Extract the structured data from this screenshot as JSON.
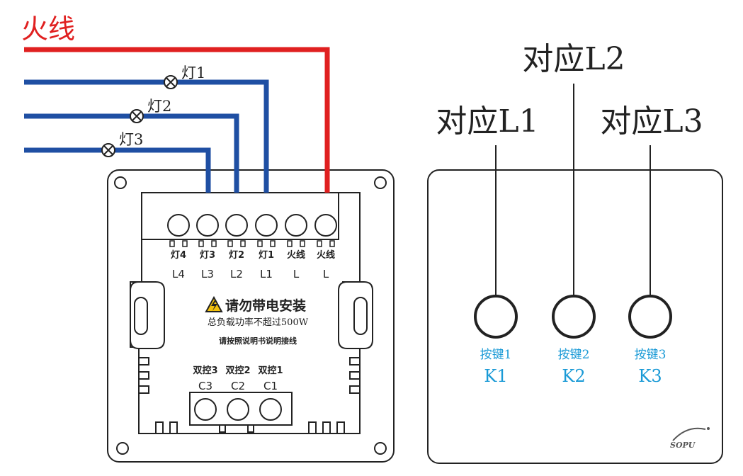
{
  "colors": {
    "live_wire": "#e02020",
    "lamp_wire": "#1f4fa3",
    "key_label": "#1a9ad6",
    "outline": "#222222",
    "live_title": "#e02020"
  },
  "wiring": {
    "live_title": "火线",
    "lamps": [
      "灯1",
      "灯2",
      "灯3"
    ]
  },
  "back_panel": {
    "terminals": [
      {
        "cn": "灯4",
        "en": "L4"
      },
      {
        "cn": "灯3",
        "en": "L3"
      },
      {
        "cn": "灯2",
        "en": "L2"
      },
      {
        "cn": "灯1",
        "en": "L1"
      },
      {
        "cn": "火线",
        "en": "L"
      },
      {
        "cn": "火线",
        "en": "L"
      }
    ],
    "warning_title": "请勿带电安装",
    "warning_icon": "high-voltage-warning-icon",
    "load_note": "总负载功率不超过500W",
    "instruction": "请按照说明书说明接线",
    "dual_control": [
      {
        "cn": "双控3",
        "en": "C3"
      },
      {
        "cn": "双控2",
        "en": "C2"
      },
      {
        "cn": "双控1",
        "en": "C1"
      }
    ]
  },
  "front_panel": {
    "callouts": [
      "对应L1",
      "对应L2",
      "对应L3"
    ],
    "keys": [
      {
        "cn": "按键1",
        "en": "K1"
      },
      {
        "cn": "按键2",
        "en": "K2"
      },
      {
        "cn": "按键3",
        "en": "K3"
      }
    ],
    "logo_text": "SOPU"
  }
}
